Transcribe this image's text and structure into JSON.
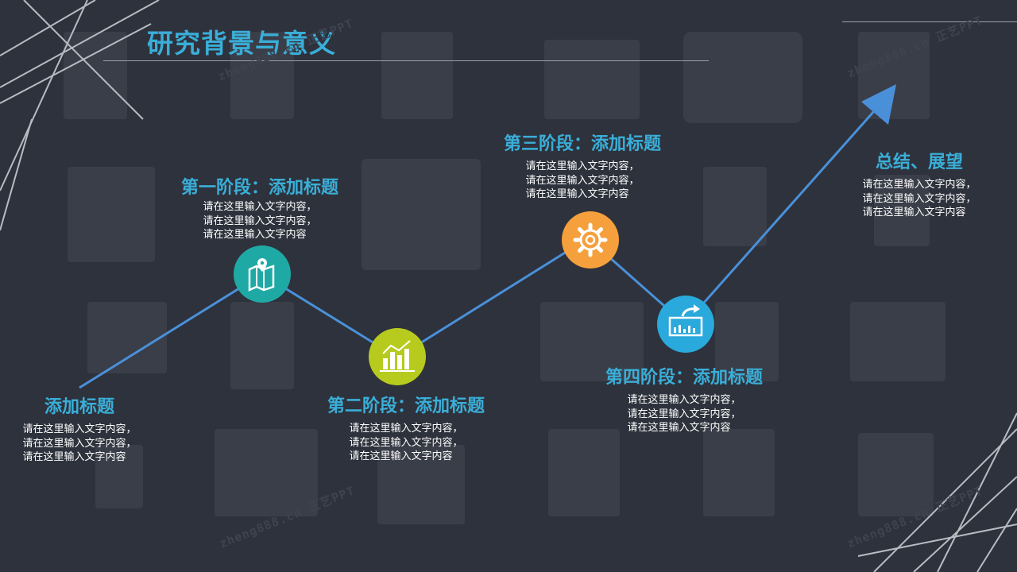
{
  "slide": {
    "title": "研究背景与意义",
    "watermark": "zheng888.cn 正艺PPT"
  },
  "stages": [
    {
      "id": "start",
      "title": "添加标题",
      "lines": [
        "请在这里输入文字内容，",
        "请在这里输入文字内容，",
        "请在这里输入文字内容"
      ]
    },
    {
      "id": "stage1",
      "title": "第一阶段：添加标题",
      "lines": [
        "请在这里输入文字内容，",
        "请在这里输入文字内容，",
        "请在这里输入文字内容"
      ]
    },
    {
      "id": "stage2",
      "title": "第二阶段：添加标题",
      "lines": [
        "请在这里输入文字内容，",
        "请在这里输入文字内容，",
        "请在这里输入文字内容"
      ]
    },
    {
      "id": "stage3",
      "title": "第三阶段：添加标题",
      "lines": [
        "请在这里输入文字内容，",
        "请在这里输入文字内容，",
        "请在这里输入文字内容"
      ]
    },
    {
      "id": "stage4",
      "title": "第四阶段：添加标题",
      "lines": [
        "请在这里输入文字内容，",
        "请在这里输入文字内容，",
        "请在这里输入文字内容"
      ]
    },
    {
      "id": "end",
      "title": "总结、展望",
      "lines": [
        "请在这里输入文字内容，",
        "请在这里输入文字内容，",
        "请在这里输入文字内容"
      ]
    }
  ],
  "nodes": [
    {
      "name": "map-icon",
      "color": "#1fa9a5"
    },
    {
      "name": "bar-chart-icon",
      "color": "#b7cb1f"
    },
    {
      "name": "gear-icon",
      "color": "#f5a03c"
    },
    {
      "name": "share-chart-icon",
      "color": "#2aa9dc"
    }
  ],
  "colors": {
    "accent": "#3aaed8",
    "line": "#4a90d9",
    "background": "#2e323c"
  }
}
